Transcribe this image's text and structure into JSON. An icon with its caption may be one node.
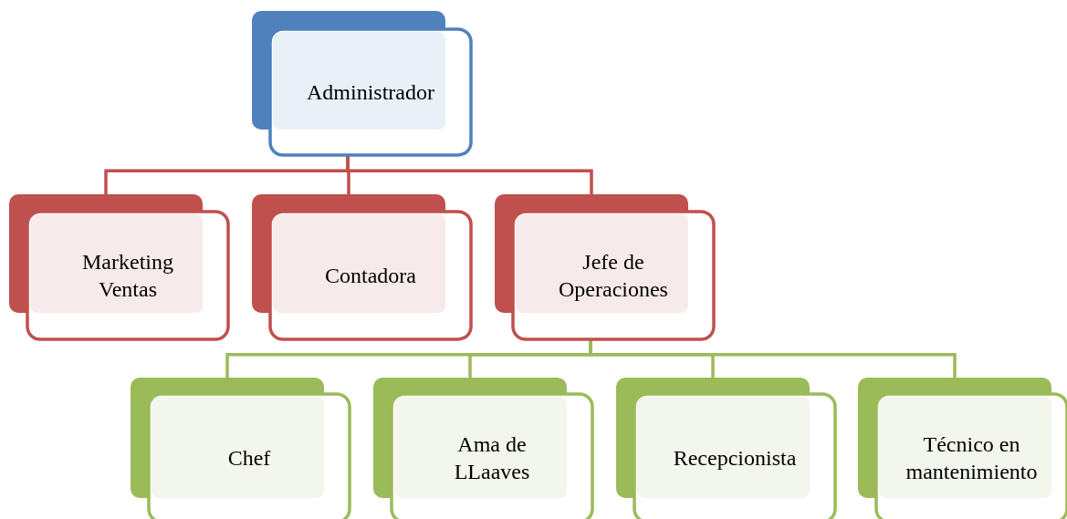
{
  "diagram": {
    "nodes": [
      {
        "text": [
          "Administrador"
        ]
      },
      {
        "text": [
          "Marketing Ventas"
        ]
      },
      {
        "text": [
          "Contadora"
        ]
      },
      {
        "text": [
          "Jefe de Operaciones"
        ]
      },
      {
        "text": [
          "Chef"
        ]
      },
      {
        "text": [
          "Ama de LLaaves"
        ]
      },
      {
        "text": [
          "Recepcionista"
        ]
      },
      {
        "text": [
          "Técnico en mantenimiento"
        ]
      }
    ],
    "edges": [
      {
        "from": 0,
        "to": 1,
        "arrow": "none",
        "color": "#c0504d"
      },
      {
        "from": 0,
        "to": 2,
        "arrow": "none",
        "color": "#c0504d"
      },
      {
        "from": 0,
        "to": 3,
        "arrow": "none",
        "color": "#c0504d"
      },
      {
        "from": 3,
        "to": 4,
        "arrow": "none"
      },
      {
        "from": 3,
        "to": 5,
        "arrow": "none"
      },
      {
        "from": 3,
        "to": 6,
        "arrow": "none"
      },
      {
        "from": 3,
        "to": 7,
        "arrow": "none"
      }
    ]
  }
}
